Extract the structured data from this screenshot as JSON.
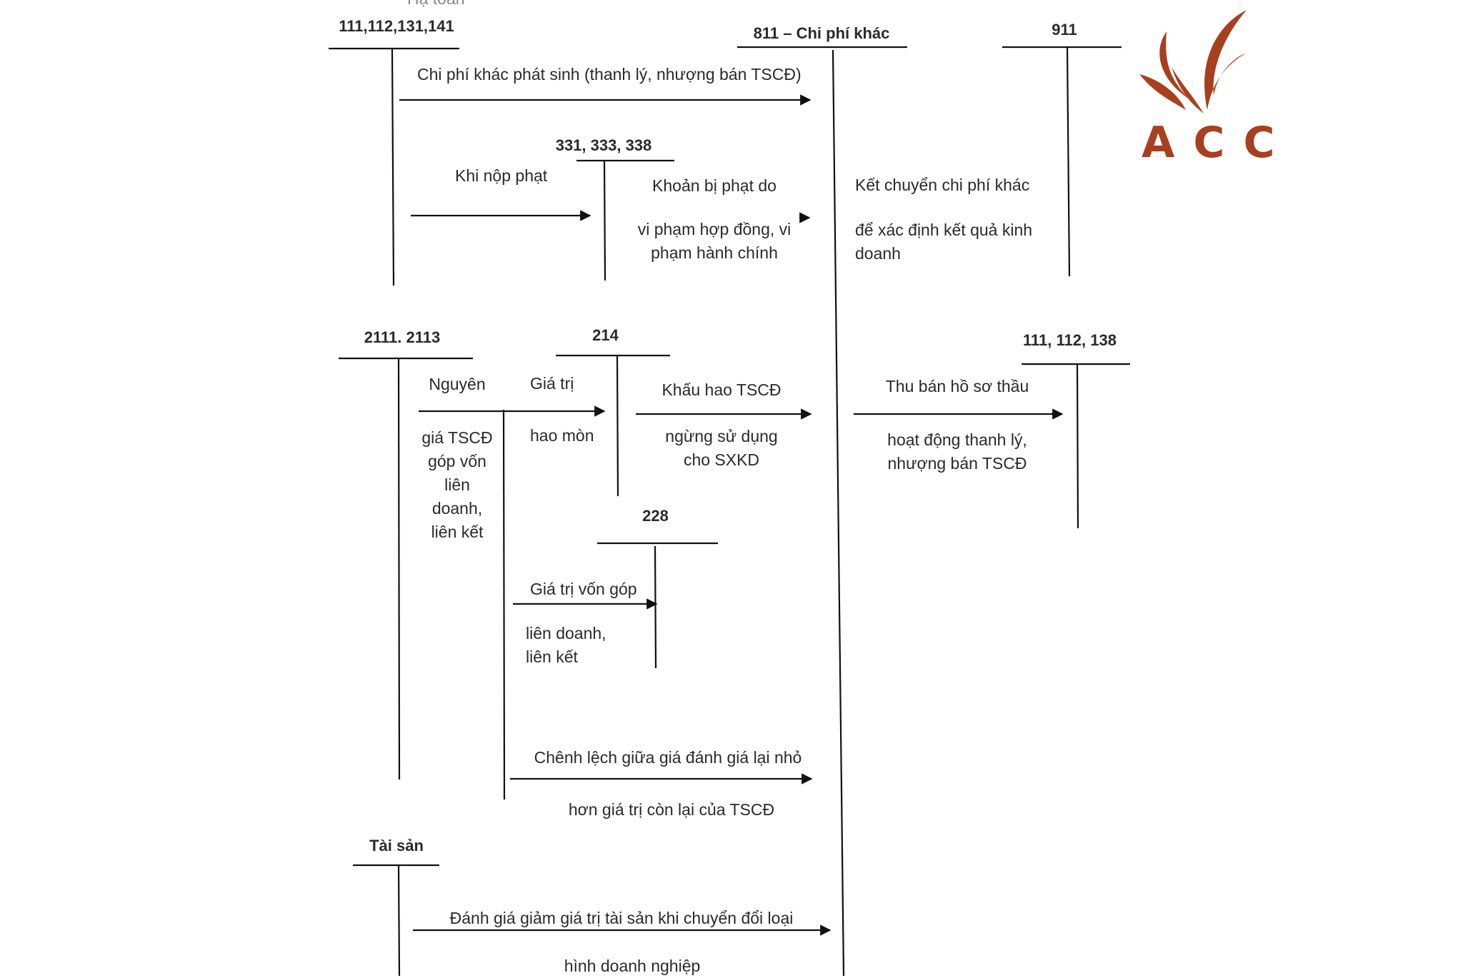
{
  "header_partial": "Hạ toán",
  "accounts": {
    "cash_receivables": "111,112,131,141",
    "other_expenses": "811 – Chi phí khác",
    "result": "911",
    "payables": "331, 333, 338",
    "fixed_assets": "2111. 2113",
    "depreciation": "214",
    "cash_other": "111, 112, 138",
    "investments": "228",
    "assets": "Tài sản"
  },
  "labels": {
    "other_cost_arising": "Chi phí khác phát sinh (thanh lý, nhượng bán TSCĐ)",
    "paying_penalty": "Khi nộp phạt",
    "penalty_line1": "Khoản bị phạt do",
    "penalty_line2": "vi phạm hợp đồng, vi",
    "penalty_line3": "phạm hành chính",
    "transfer_line1": "Kết chuyển chi phí khác",
    "transfer_line2": "để xác định kết quả kinh",
    "transfer_line3": "doanh",
    "original_1": "Nguyên",
    "original_2": "giá TSCĐ",
    "original_3": "góp vốn",
    "original_4": "liên",
    "original_5": "doanh,",
    "original_6": "liên kết",
    "wear_1": "Giá trị",
    "wear_2": "hao mòn",
    "dep_1": "Khấu hao TSCĐ",
    "dep_2": "ngừng sử dụng",
    "dep_3": "cho SXKD",
    "bid_1": "Thu bán hồ sơ thầu",
    "bid_2": "hoạt động thanh lý,",
    "bid_3": "nhượng bán TSCĐ",
    "contrib_1": "Giá trị vốn góp",
    "contrib_2": "liên doanh,",
    "contrib_3": "liên kết",
    "diff_1": "Chênh lệch giữa giá đánh giá lại nhỏ",
    "diff_2": "hơn giá trị còn lại của TSCĐ",
    "reval_1": "Đánh giá giảm giá trị tài sản khi chuyển đổi loại",
    "reval_2": "hình doanh nghiệp"
  },
  "logo": {
    "text": "ACC",
    "color": "#a8401f"
  }
}
